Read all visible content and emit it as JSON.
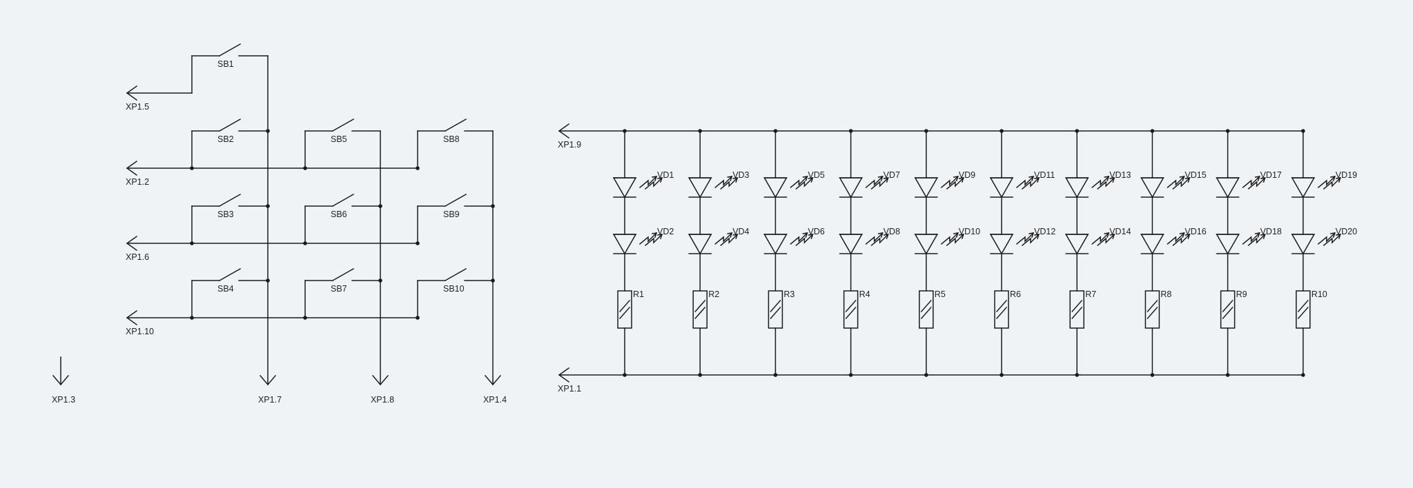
{
  "colors": {
    "background": "#eff3f6",
    "wire": "#1a1a1a",
    "text": "#222222"
  },
  "keypad": {
    "switches": [
      {
        "id": "sb1",
        "label": "SB1",
        "row": 0,
        "col": 0
      },
      {
        "id": "sb2",
        "label": "SB2",
        "row": 1,
        "col": 0
      },
      {
        "id": "sb3",
        "label": "SB3",
        "row": 2,
        "col": 0
      },
      {
        "id": "sb4",
        "label": "SB4",
        "row": 3,
        "col": 0
      },
      {
        "id": "sb5",
        "label": "SB5",
        "row": 1,
        "col": 1
      },
      {
        "id": "sb6",
        "label": "SB6",
        "row": 2,
        "col": 1
      },
      {
        "id": "sb7",
        "label": "SB7",
        "row": 3,
        "col": 1
      },
      {
        "id": "sb8",
        "label": "SB8",
        "row": 1,
        "col": 2
      },
      {
        "id": "sb9",
        "label": "SB9",
        "row": 2,
        "col": 2
      },
      {
        "id": "sb10",
        "label": "SB10",
        "row": 3,
        "col": 2
      }
    ],
    "row_connectors": [
      "XP1.5",
      "XP1.2",
      "XP1.6",
      "XP1.10"
    ],
    "column_connectors": [
      "XP1.7",
      "XP1.8",
      "XP1.4"
    ],
    "ground_connector": "XP1.3"
  },
  "led_matrix": {
    "top_rail_connector": "XP1.9",
    "bottom_rail_connector": "XP1.1",
    "branches": [
      {
        "upper_led": "VD1",
        "lower_led": "VD2",
        "resistor": "R1"
      },
      {
        "upper_led": "VD3",
        "lower_led": "VD4",
        "resistor": "R2"
      },
      {
        "upper_led": "VD5",
        "lower_led": "VD6",
        "resistor": "R3"
      },
      {
        "upper_led": "VD7",
        "lower_led": "VD8",
        "resistor": "R4"
      },
      {
        "upper_led": "VD9",
        "lower_led": "VD10",
        "resistor": "R5"
      },
      {
        "upper_led": "VD11",
        "lower_led": "VD12",
        "resistor": "R6"
      },
      {
        "upper_led": "VD13",
        "lower_led": "VD14",
        "resistor": "R7"
      },
      {
        "upper_led": "VD15",
        "lower_led": "VD16",
        "resistor": "R8"
      },
      {
        "upper_led": "VD17",
        "lower_led": "VD18",
        "resistor": "R9"
      },
      {
        "upper_led": "VD19",
        "lower_led": "VD20",
        "resistor": "R10"
      }
    ]
  }
}
